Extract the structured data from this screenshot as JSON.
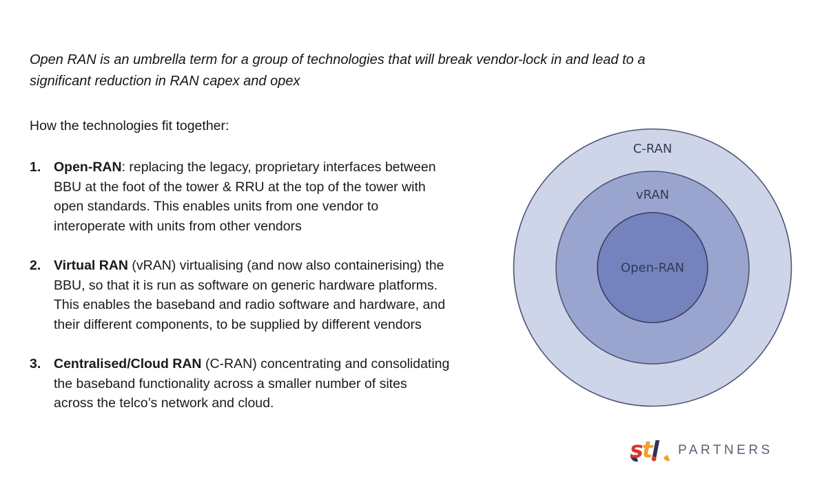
{
  "slide": {
    "headline": "Open RAN is an umbrella term for a group of technologies that will break vendor-lock in and lead to a\nsignificant reduction in RAN capex and opex",
    "intro": "How the technologies fit together:"
  },
  "list": {
    "items": [
      {
        "number": "1.",
        "lead": "Open-RAN",
        "rest": ": replacing the legacy, proprietary interfaces between\nBBU at the foot of the tower & RRU at the top of the tower with\nopen standards. This enables units from one vendor to\ninteroperate with units from other vendors"
      },
      {
        "number": "2.",
        "lead": "Virtual RAN",
        "rest": " (vRAN) virtualising (and now also containerising) the\nBBU, so that it is run as software on generic hardware platforms.\nThis enables the baseband and radio software and hardware, and\ntheir different components, to be supplied by different vendors"
      },
      {
        "number": "3.",
        "lead": "Centralised/Cloud RAN",
        "rest": " (C-RAN) concentrating and consolidating\nthe baseband functionality across a smaller number of sites\nacross the telco’s network and cloud."
      }
    ]
  },
  "diagram": {
    "rings": [
      {
        "label": "C-RAN",
        "fill": "#cfd5e9",
        "stroke": "#4d5574"
      },
      {
        "label": "vRAN",
        "fill": "#9aa5cf",
        "stroke": "#4d5574"
      },
      {
        "label": "Open-RAN",
        "fill": "#7483bd",
        "stroke": "#353d61"
      }
    ]
  },
  "logo": {
    "letters": [
      "s",
      "t",
      "l"
    ],
    "colors": {
      "red": "#d53a2f",
      "orange": "#f0a32b",
      "navy": "#2c3457"
    },
    "wordmark": "PARTNERS",
    "wordmark_color": "#5a6077"
  }
}
